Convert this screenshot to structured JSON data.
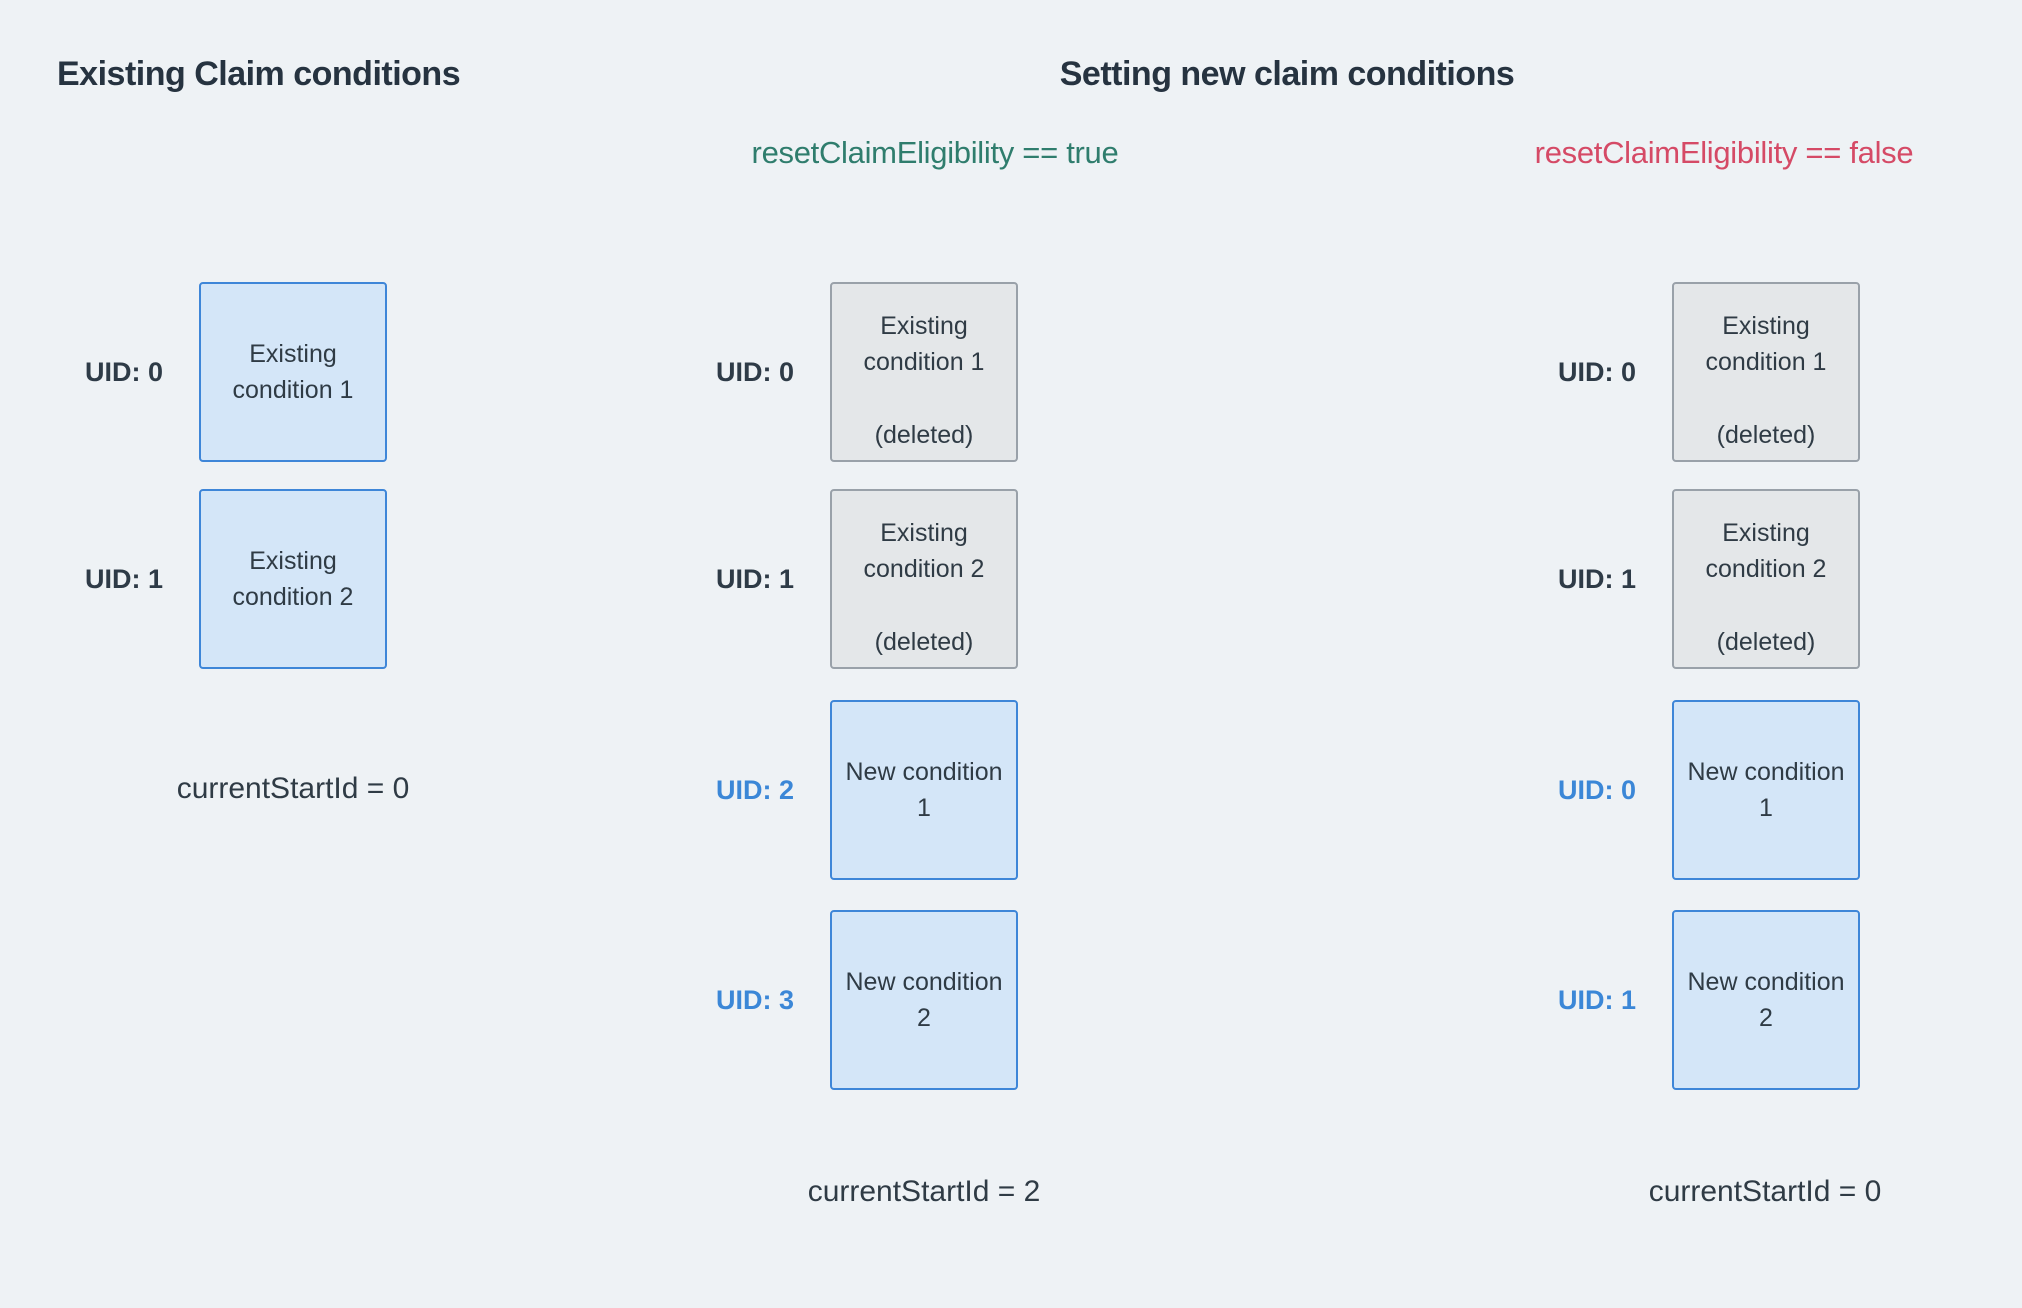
{
  "background": "#EEF2F5",
  "colors": {
    "title_text": "#263340",
    "body_text": "#2F3B45",
    "uid_dark": "#2E3B47",
    "uid_blue": "#3B87D7",
    "box_blue_fill": "#D4E6F8",
    "box_blue_border": "#3E86D8",
    "box_gray_fill": "#E4E7E9",
    "box_gray_border": "#99A1A9",
    "true_green": "#2F7D6D",
    "false_red": "#D54A66"
  },
  "left_panel": {
    "title": "Existing Claim conditions",
    "rows": [
      {
        "uid": "UID: 0",
        "label": "Existing condition 1"
      },
      {
        "uid": "UID: 1",
        "label": "Existing condition 2"
      }
    ],
    "footer": "currentStartId = 0"
  },
  "new_panel": {
    "title": "Setting new claim conditions",
    "columns": [
      {
        "subtitle": "resetClaimEligibility == true",
        "rows": [
          {
            "uid": "UID: 0",
            "label": "Existing condition 1",
            "note": "(deleted)"
          },
          {
            "uid": "UID: 1",
            "label": "Existing condition 2",
            "note": "(deleted)"
          },
          {
            "uid": "UID: 2",
            "label": "New condition 1"
          },
          {
            "uid": "UID: 3",
            "label": "New condition 2"
          }
        ],
        "footer": "currentStartId = 2"
      },
      {
        "subtitle": "resetClaimEligibility == false",
        "rows": [
          {
            "uid": "UID: 0",
            "label": "Existing condition 1",
            "note": "(deleted)"
          },
          {
            "uid": "UID: 1",
            "label": "Existing condition 2",
            "note": "(deleted)"
          },
          {
            "uid": "UID: 0",
            "label": "New condition 1"
          },
          {
            "uid": "UID: 1",
            "label": "New condition 2"
          }
        ],
        "footer": "currentStartId = 0"
      }
    ]
  }
}
